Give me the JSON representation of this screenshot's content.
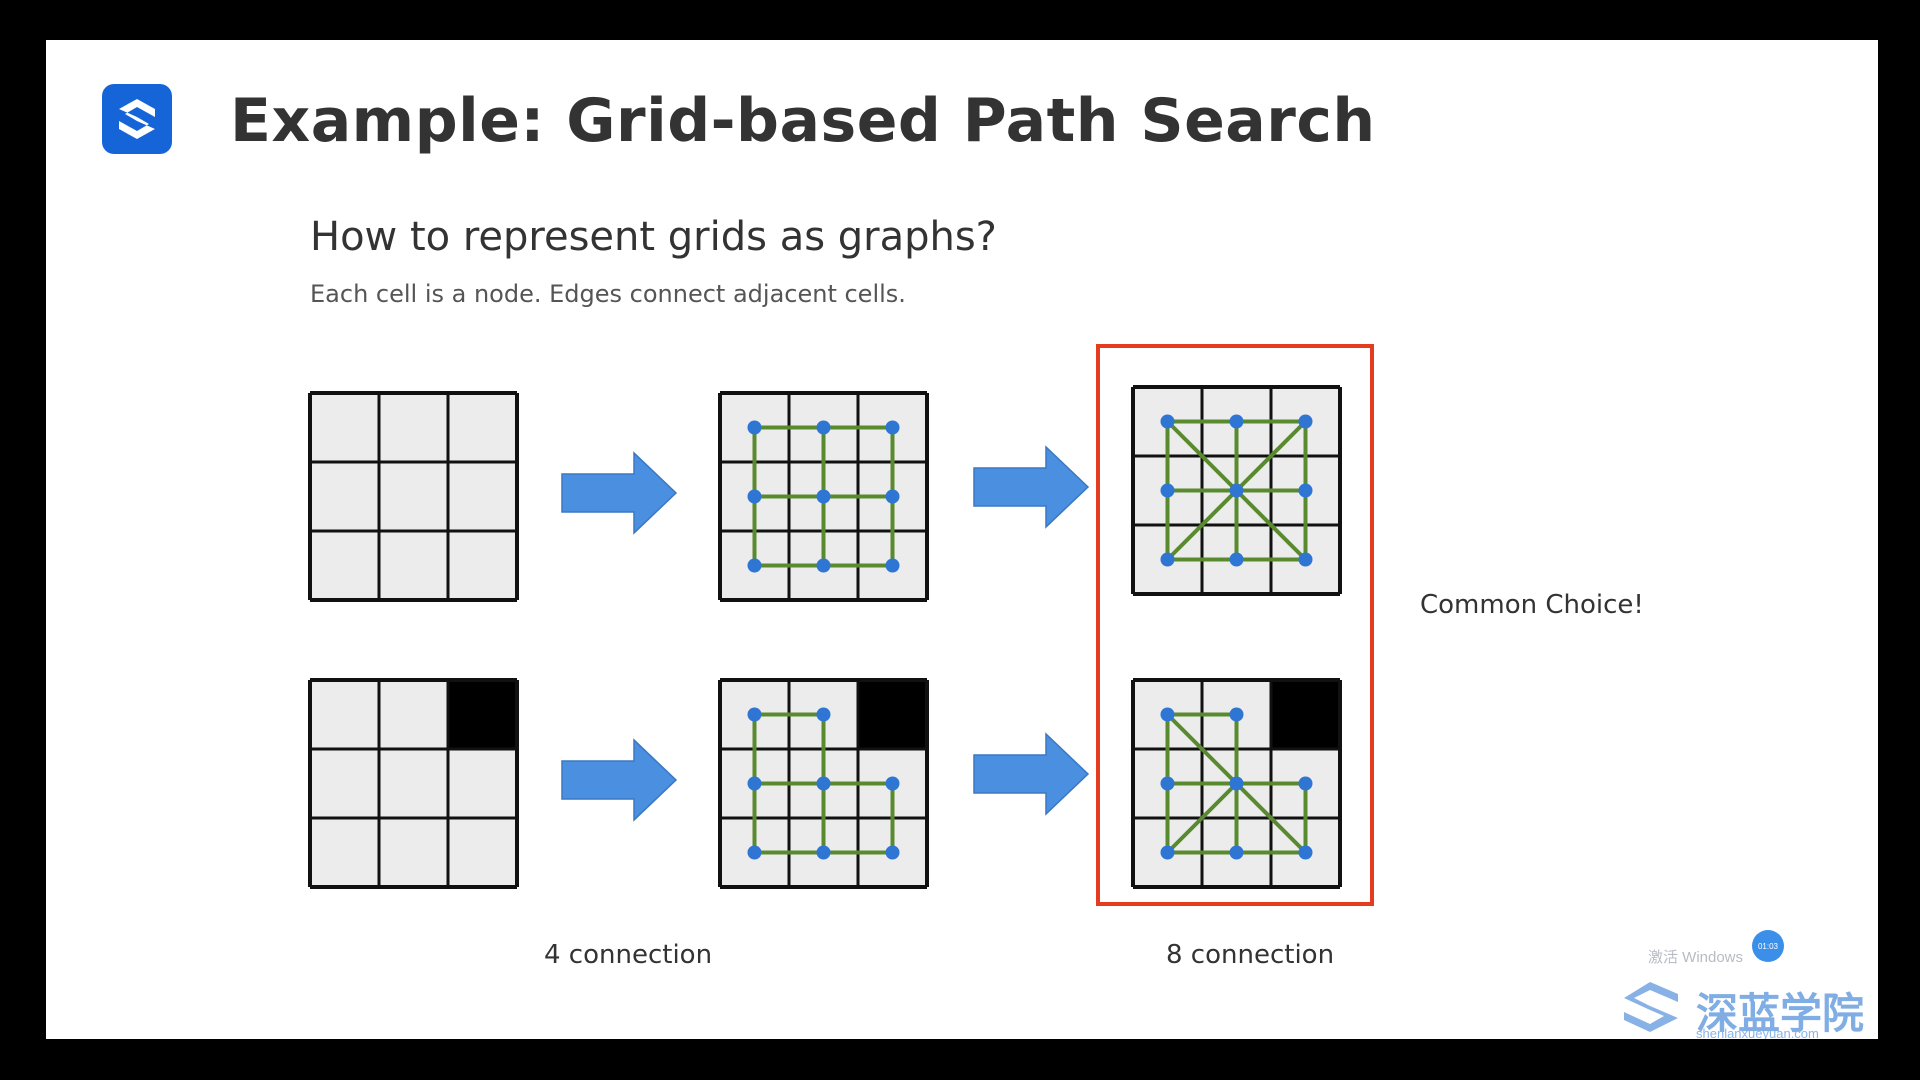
{
  "slide": {
    "title": "Example:  Grid-based Path Search",
    "subtitle": "How to represent grids as graphs?",
    "description": "Each cell is a node. Edges connect adjacent cells.",
    "label_4": "4 connection",
    "label_8": "8 connection",
    "common_choice": "Common Choice!"
  },
  "logo": {
    "icon": "s-logo-icon",
    "color": "#1565d8"
  },
  "colors": {
    "cell": "#ececec",
    "grid_line": "#111111",
    "obstacle": "#000000",
    "node": "#2e75d4",
    "edge": "#5a8a2e",
    "arrow": "#4a8fe0",
    "highlight": "#e53b1f"
  },
  "watermark": {
    "activate_text": "激活 Windows",
    "badge": "01:03",
    "brand_name": "深蓝学院",
    "brand_url": "shenlanxueyuan.com"
  }
}
